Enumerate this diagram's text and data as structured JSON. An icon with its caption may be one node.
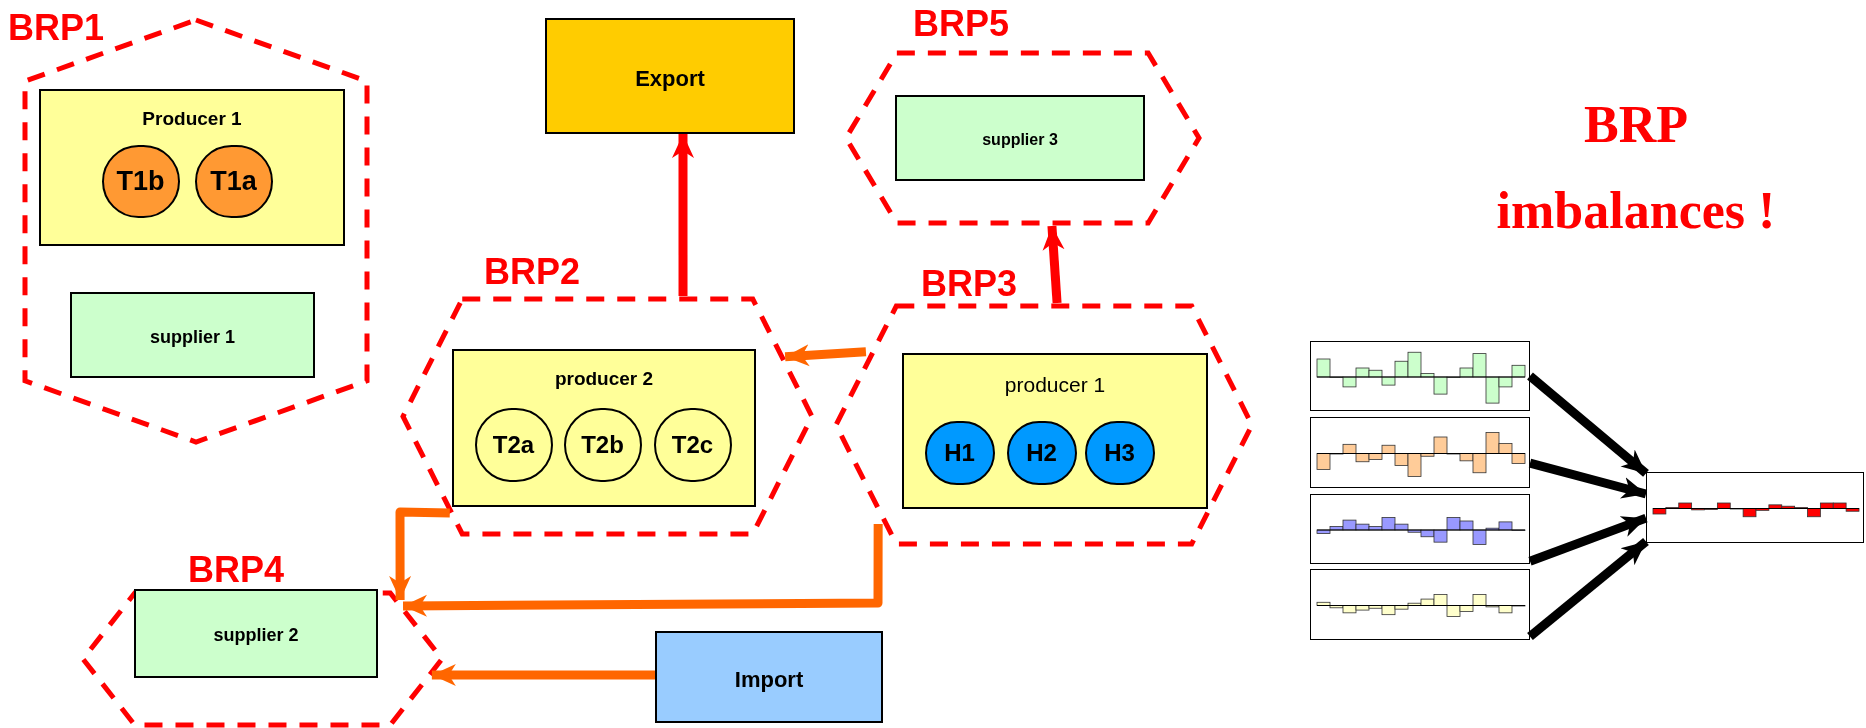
{
  "diagram": {
    "nodes": [
      {
        "text": [
          "BRP1"
        ]
      },
      {
        "text": [
          "Producer 1"
        ],
        "in": 0
      },
      {
        "text": [
          "T1b"
        ],
        "in": 1
      },
      {
        "text": [
          "T1a"
        ],
        "in": 1
      },
      {
        "text": [
          "supplier 1"
        ],
        "in": 0
      },
      {
        "text": [
          "Export"
        ]
      },
      {
        "text": [
          "BRP5"
        ]
      },
      {
        "text": [
          "supplier 3"
        ],
        "in": 6
      },
      {
        "text": [
          "BRP2"
        ]
      },
      {
        "text": [
          "producer 2"
        ],
        "in": 8
      },
      {
        "text": [
          "T2a"
        ],
        "in": 9
      },
      {
        "text": [
          "T2b"
        ],
        "in": 9
      },
      {
        "text": [
          "T2c"
        ],
        "in": 9
      },
      {
        "text": [
          "BRP3"
        ]
      },
      {
        "text": [
          "producer 1"
        ],
        "in": 13
      },
      {
        "text": [
          "H1"
        ],
        "in": 14
      },
      {
        "text": [
          "H2"
        ],
        "in": 14
      },
      {
        "text": [
          "H3"
        ],
        "in": 14
      },
      {
        "text": [
          "BRP4"
        ]
      },
      {
        "text": [
          "supplier 2"
        ],
        "in": 18
      },
      {
        "text": [
          "Import"
        ]
      },
      {
        "text": [],
        "shape": "picture"
      },
      {
        "text": [],
        "shape": "picture"
      },
      {
        "text": [],
        "shape": "picture"
      },
      {
        "text": [],
        "shape": "picture"
      },
      {
        "text": [],
        "shape": "picture"
      }
    ],
    "edges": [
      {
        "from": 8,
        "to": 5,
        "arrow": "to",
        "color": "#ff0000"
      },
      {
        "from": 13,
        "to": 6,
        "arrow": "to",
        "color": "#ff0000"
      },
      {
        "from": 13,
        "to": 8,
        "arrow": "to",
        "color": "#ff6600"
      },
      {
        "from": 8,
        "to": 18,
        "arrow": "to",
        "color": "#ff6600"
      },
      {
        "from": 13,
        "to": 18,
        "arrow": "to",
        "color": "#ff6600"
      },
      {
        "from": 20,
        "to": 18,
        "arrow": "to",
        "color": "#ff6600"
      },
      {
        "from": 21,
        "to": 25,
        "arrow": "to",
        "color": "#000000"
      },
      {
        "from": 22,
        "to": 25,
        "arrow": "to",
        "color": "#000000"
      },
      {
        "from": 23,
        "to": 25,
        "arrow": "to",
        "color": "#000000"
      },
      {
        "from": 24,
        "to": 25,
        "arrow": "to",
        "color": "#000000"
      }
    ],
    "labels": [
      "BRP imbalances !"
    ]
  }
}
